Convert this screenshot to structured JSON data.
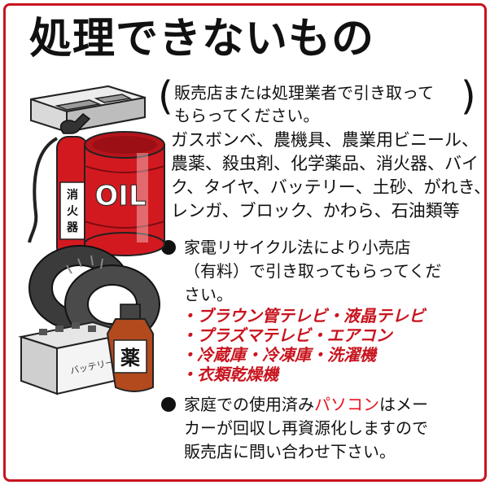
{
  "title": "処理できないもの",
  "note": {
    "line1": "販売店または処理業者で引き取って",
    "line2": "もらってください。"
  },
  "items": [
    "ガスボンベ、農機具、農業用ビニール、",
    "農薬、殺虫剤、化学薬品、消火器、バイ",
    "ク、タイヤ、バッテリー、土砂、がれき、",
    "レンガ、ブロック、かわら、石油類等"
  ],
  "appliance_notice": {
    "line1": "家電リサイクル法により小売店",
    "line2": "（有料）で引き取ってもらってくだ",
    "line3": "さい。"
  },
  "appliances": [
    "・ブラウン管テレビ・液晶テレビ",
    "・プラズマテレビ・エアコン",
    "・冷蔵庫・冷凍庫・洗濯機",
    "・衣類乾燥機"
  ],
  "pc_notice": {
    "pre": "家庭での使用済み",
    "highlight": "パソコン",
    "post": "はメー",
    "line2": "カーが回収し再資源化しますので",
    "line3": "販売店に問い合わせ下さい。"
  },
  "illustration": {
    "extinguisher_label": "消火器",
    "drum_label": "OIL",
    "bottle_label": "薬",
    "battery_label": "バッテリー"
  },
  "colors": {
    "border": "#c8141e",
    "accent_red": "#c8141e",
    "highlight": "#e8131c",
    "text": "#111111"
  }
}
